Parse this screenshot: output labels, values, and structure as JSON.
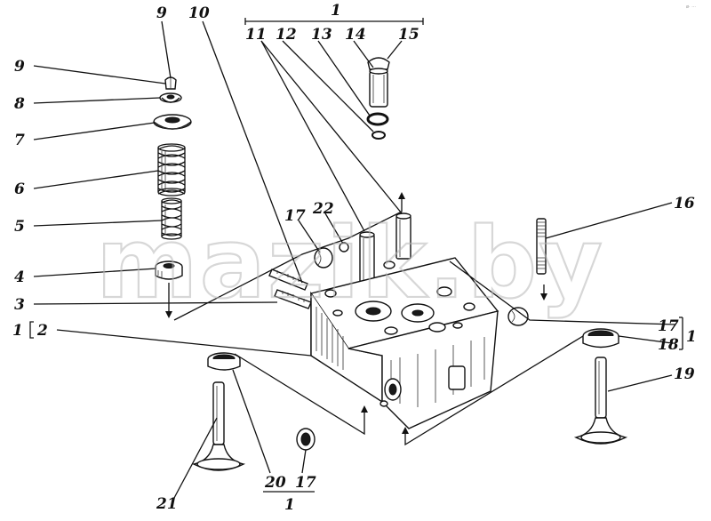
{
  "watermark": "mazik.by",
  "corner_mark": "ø· ···",
  "labels": {
    "n1_top": "1",
    "n11": "11",
    "n12": "12",
    "n13": "13",
    "n14": "14",
    "n15": "15",
    "n9_top": "9",
    "n10": "10",
    "n9": "9",
    "n8": "8",
    "n7": "7",
    "n6": "6",
    "n5": "5",
    "n4": "4",
    "n3": "3",
    "n1_left": "1",
    "n2": "2",
    "n17_a": "17",
    "n22": "22",
    "n16": "16",
    "n17_b": "17",
    "n18": "18",
    "n1_right": "1",
    "n19": "19",
    "n21": "21",
    "n20": "20",
    "n17_c": "17",
    "n1_bottom": "1"
  }
}
